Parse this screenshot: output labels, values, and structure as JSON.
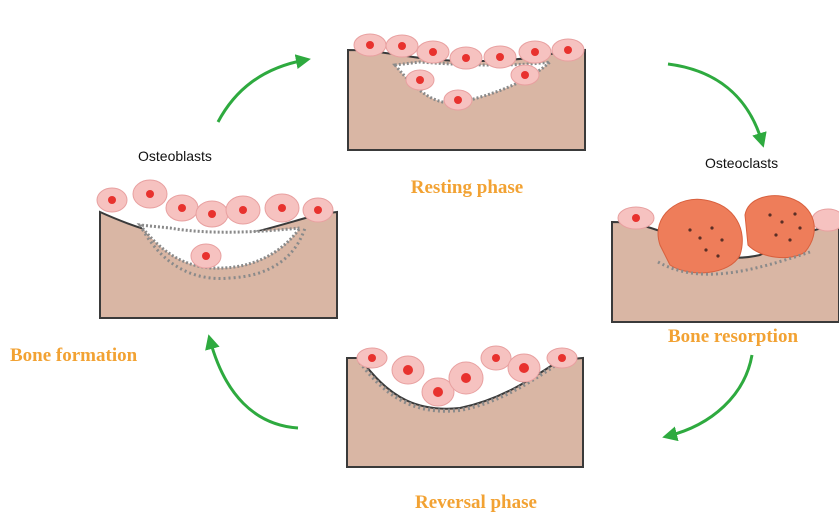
{
  "labels": {
    "resting": "Resting phase",
    "resorption": "Bone resorption",
    "reversal": "Reversal phase",
    "formation": "Bone formation",
    "osteoblasts": "Osteoblasts",
    "osteoclasts": "Osteoclasts"
  },
  "colors": {
    "label_orange": "#F2A233",
    "bone": "#D9B6A4",
    "bone_edge": "#3A3A3A",
    "arrow_green": "#2EAA3F",
    "cell_pink": "#F6C2C0",
    "nucleus_red": "#E8322E",
    "osteoclast": "#EE7D5A",
    "seam_gray": "#8A8A8A"
  }
}
